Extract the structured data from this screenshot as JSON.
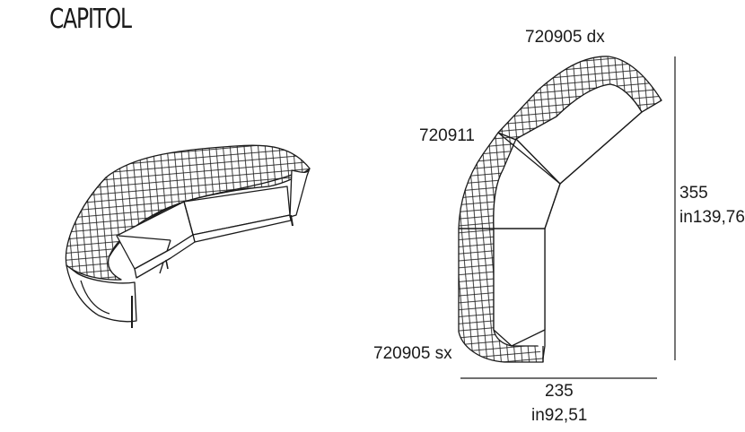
{
  "title": "CAPITOL",
  "modules": {
    "right": "720905 dx",
    "middle": "720911",
    "left": "720905 sx"
  },
  "dimensions": {
    "height_cm": "355",
    "height_in": "in139,76",
    "width_cm": "235",
    "width_in": "in92,51"
  },
  "colors": {
    "line": "#1a1a1a",
    "background": "#ffffff"
  }
}
